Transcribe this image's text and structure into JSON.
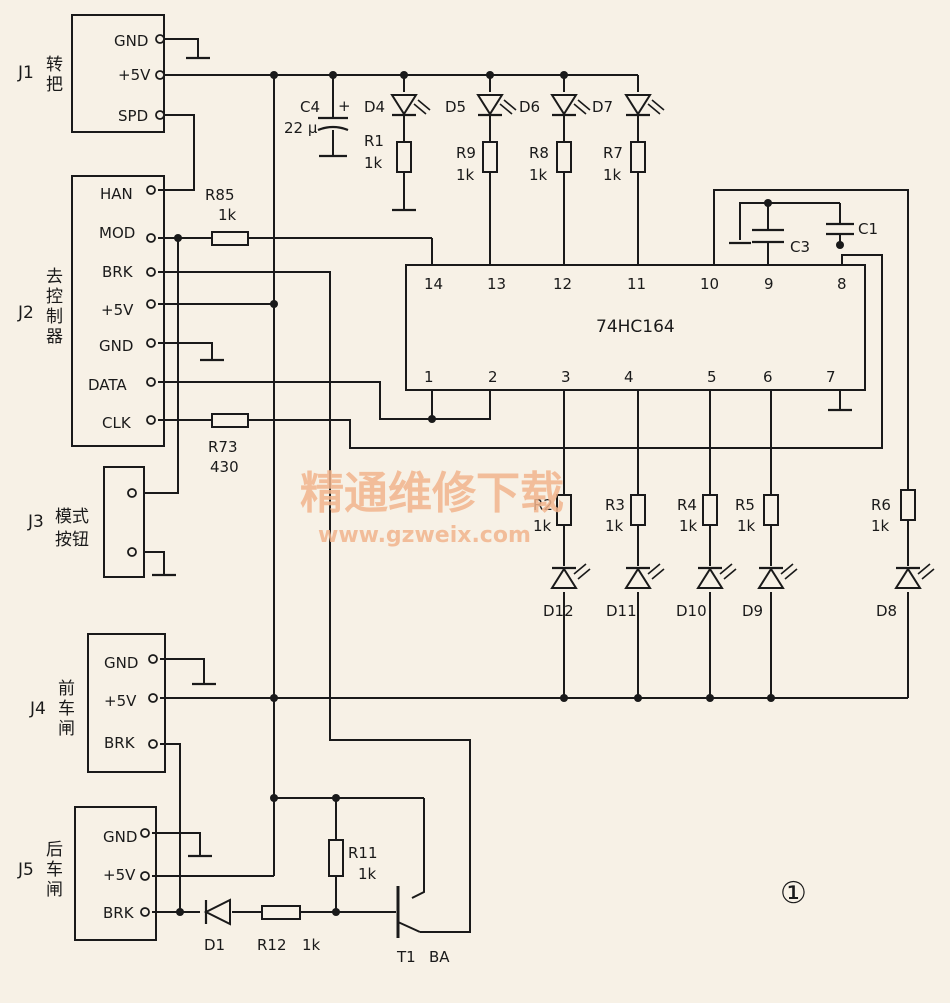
{
  "connectors": {
    "j1": {
      "id": "J1",
      "name": [
        "转",
        "把"
      ],
      "pins": [
        "GND",
        "+5V",
        "SPD"
      ]
    },
    "j2": {
      "id": "J2",
      "name": [
        "去",
        "控",
        "制",
        "器"
      ],
      "pins": [
        "HAN",
        "MOD",
        "BRK",
        "+5V",
        "GND",
        "DATA",
        "CLK"
      ]
    },
    "j3": {
      "id": "J3",
      "name": [
        "模式",
        "按钮"
      ]
    },
    "j4": {
      "id": "J4",
      "name": [
        "前",
        "车",
        "闸"
      ],
      "pins": [
        "GND",
        "+5V",
        "BRK"
      ]
    },
    "j5": {
      "id": "J5",
      "name": [
        "后",
        "车",
        "闸"
      ],
      "pins": [
        "GND",
        "+5V",
        "BRK"
      ]
    }
  },
  "ic": {
    "name": "74HC164",
    "top_pins": [
      "14",
      "13",
      "12",
      "11",
      "10",
      "9",
      "8"
    ],
    "bottom_pins": [
      "1",
      "2",
      "3",
      "4",
      "5",
      "6",
      "7"
    ]
  },
  "parts": {
    "c4": "C4",
    "c4_val": "22 μ",
    "c3": "C3",
    "c1": "C1",
    "r1": "R1",
    "r1_val": "1k",
    "r9": "R9",
    "r9_val": "1k",
    "r8": "R8",
    "r8_val": "1k",
    "r7": "R7",
    "r7_val": "1k",
    "r85": "R85",
    "r85_val": "1k",
    "r73": "R73",
    "r73_val": "430",
    "r2": "R2",
    "r2_val": "1k",
    "r3": "R3",
    "r3_val": "1k",
    "r4": "R4",
    "r4_val": "1k",
    "r5": "R5",
    "r5_val": "1k",
    "r6": "R6",
    "r6_val": "1k",
    "r11": "R11",
    "r11_val": "1k",
    "r12": "R12",
    "r12_val": "1k",
    "d1": "D1",
    "t1": "T1",
    "t1_type": "BA",
    "leds_top": [
      "D4",
      "D5",
      "D6",
      "D7"
    ],
    "leds_bottom": [
      "D12",
      "D11",
      "D10",
      "D9",
      "D8"
    ]
  },
  "watermark": {
    "title": "精通维修下载",
    "url": "www.gzweix.com"
  },
  "figure_number": "①"
}
